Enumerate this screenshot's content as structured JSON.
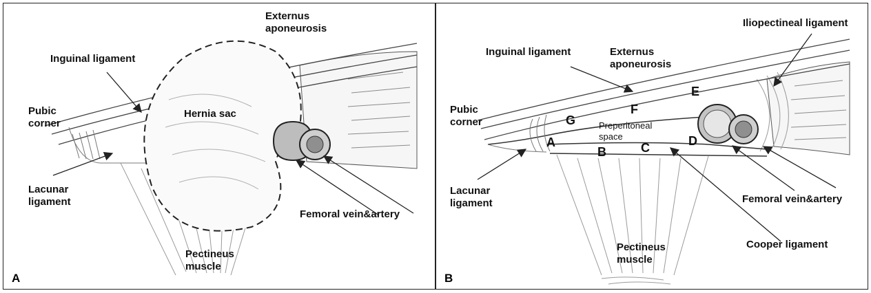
{
  "panel_a": {
    "panel_label": "A",
    "labels": {
      "inguinal_ligament": "Inguinal ligament",
      "externus_aponeurosis": "Externus aponeurosis",
      "pubic_corner": "Pubic corner",
      "hernia_sac": "Hernia sac",
      "lacunar_ligament": "Lacunar ligament",
      "femoral_vein_artery": "Femoral vein&artery",
      "pectineus_muscle": "Pectineus muscle"
    }
  },
  "panel_b": {
    "panel_label": "B",
    "labels": {
      "iliopectineal_ligament": "Iliopectineal ligament",
      "inguinal_ligament": "Inguinal ligament",
      "externus_aponeurosis": "Externus aponeurosis",
      "pubic_corner": "Pubic corner",
      "preperitoneal_space": "Preperitoneal space",
      "lacunar_ligament": "Lacunar ligament",
      "femoral_vein_artery": "Femoral vein&artery",
      "cooper_ligament": "Cooper ligament",
      "pectineus_muscle": "Pectineus muscle"
    },
    "points": {
      "a": "A",
      "b": "B",
      "c": "C",
      "d": "D",
      "e": "E",
      "f": "F",
      "g": "G"
    }
  },
  "colors": {
    "stroke": "#333333",
    "hatch": "#8a8a8a",
    "vessel": "#555555"
  }
}
